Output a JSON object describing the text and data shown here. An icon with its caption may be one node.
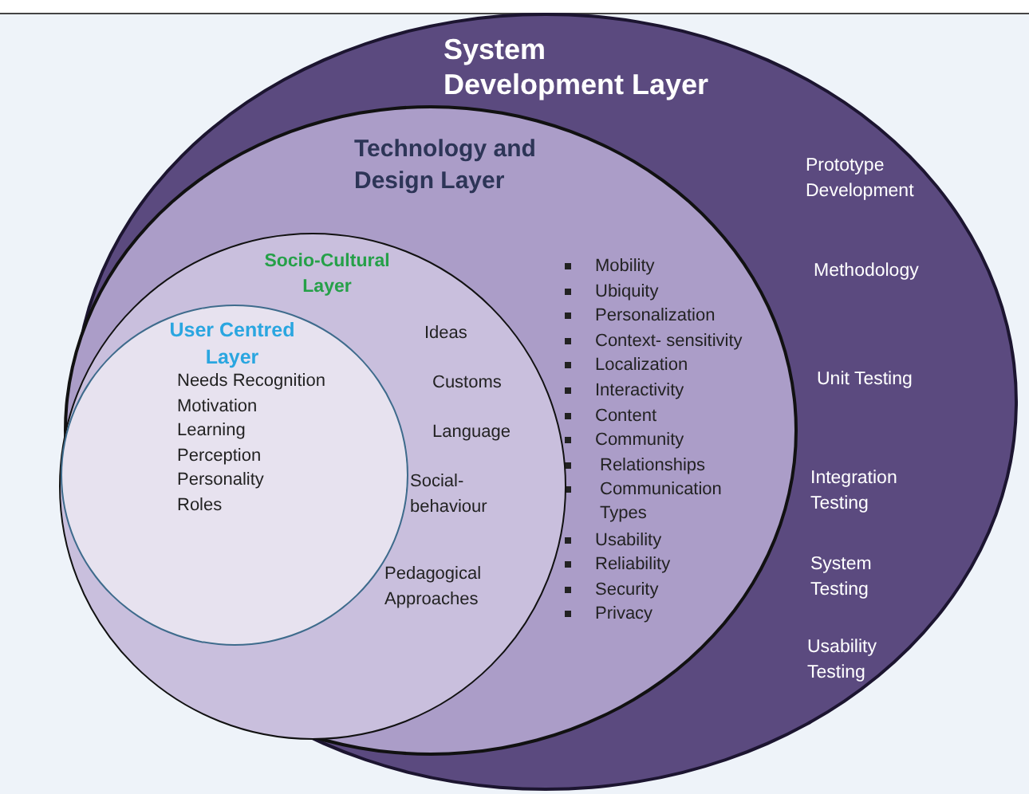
{
  "diagram": {
    "nodes": [
      {
        "text": [
          "System Development Layer",
          "Prototype Development",
          "Methodology",
          "Unit Testing",
          "Integration Testing",
          "System Testing",
          "Usability Testing"
        ]
      },
      {
        "text": [
          "Technology and Design Layer",
          "Mobility",
          "Ubiquity",
          "Personalization",
          "Context- sensitivity",
          "Localization",
          "Interactivity",
          "Content",
          "Community",
          "Relationships",
          "Communication Types",
          "Usability",
          "Reliability",
          "Security",
          "Privacy"
        ],
        "in": 0
      },
      {
        "text": [
          "Socio-Cultural Layer",
          "Ideas",
          "Customs",
          "Language",
          "Social- behaviour",
          "Pedagogical Approaches"
        ],
        "in": 1
      },
      {
        "text": [
          "User Centred Layer",
          "Needs Recognition",
          "Motivation",
          "Learning",
          "Perception",
          "Personality",
          "Roles"
        ],
        "in": 2
      }
    ],
    "edges": []
  }
}
